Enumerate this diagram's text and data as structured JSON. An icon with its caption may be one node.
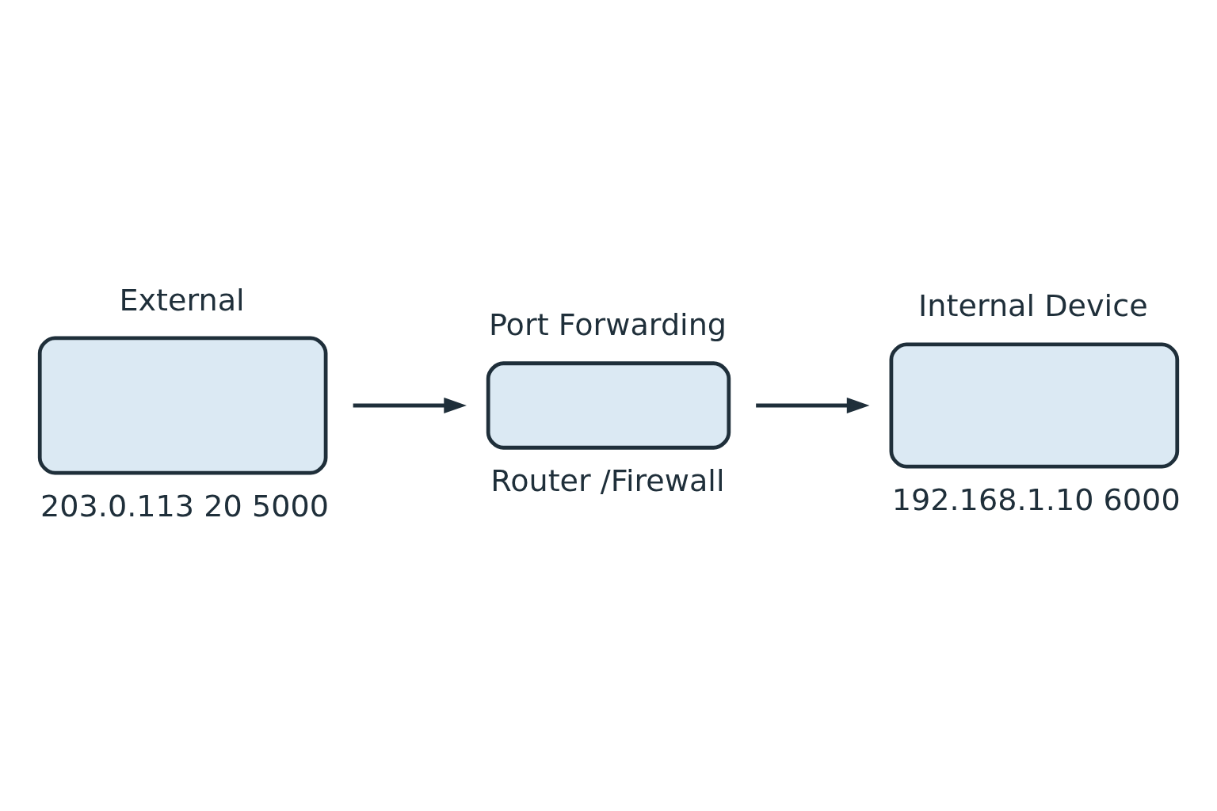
{
  "diagram": {
    "nodes": [
      {
        "text": [
          "External",
          "203.0.113 20 5000"
        ]
      },
      {
        "text": [
          "Port Forwarding",
          "Router /Firewall"
        ]
      },
      {
        "text": [
          "Internal Device",
          "192.168.1.10 6000"
        ]
      }
    ],
    "edges": [
      {
        "from": 0,
        "to": 1,
        "arrow": "to"
      },
      {
        "from": 1,
        "to": 2,
        "arrow": "to"
      }
    ]
  }
}
